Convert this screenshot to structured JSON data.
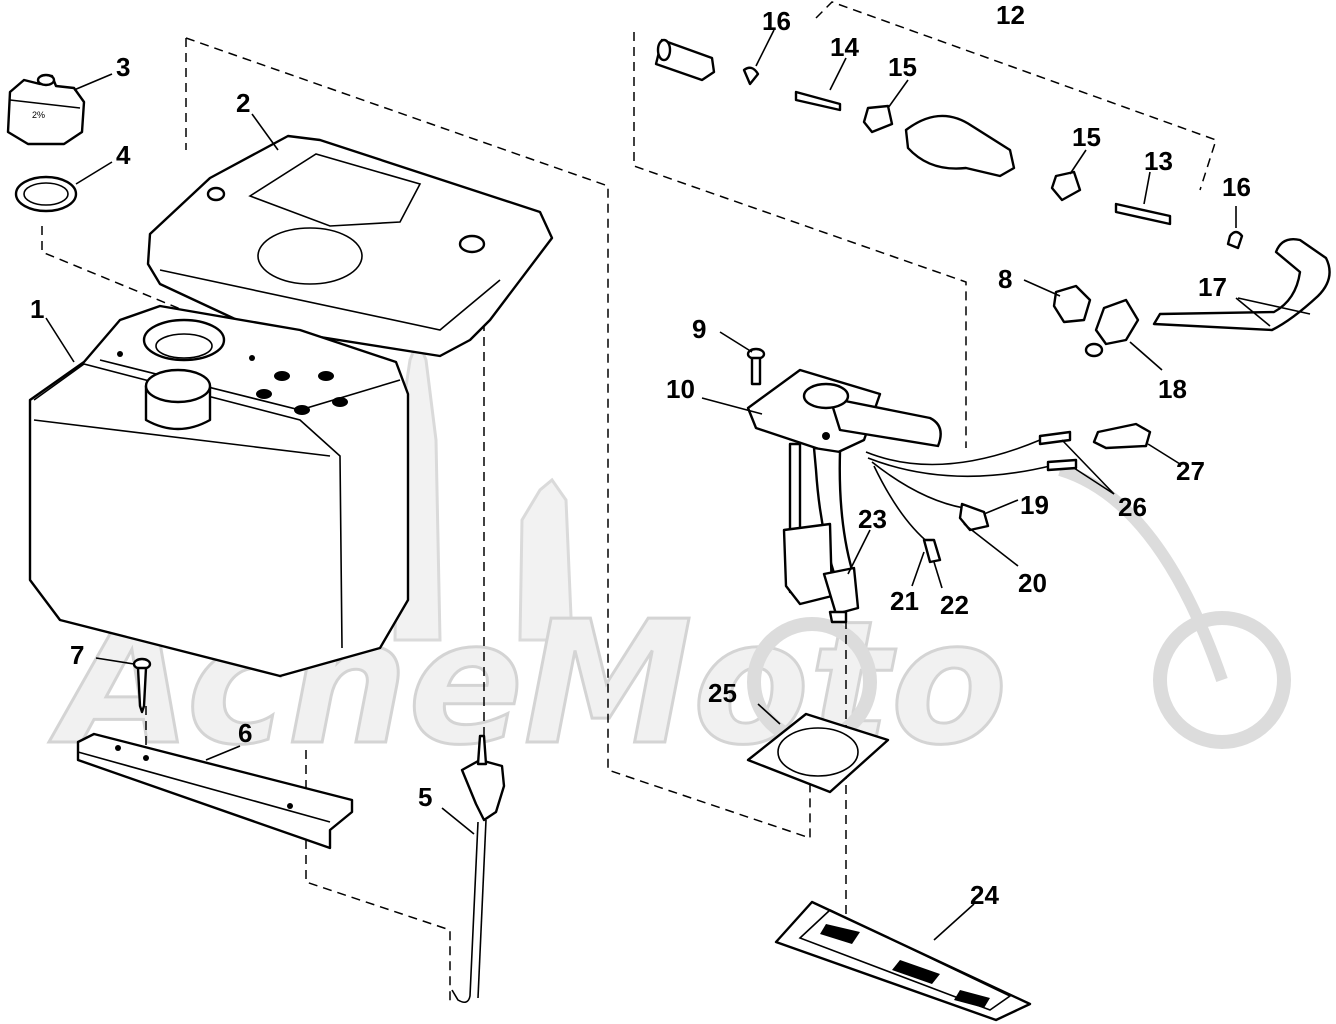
{
  "watermark": {
    "text": "AcheMoto"
  },
  "callouts": {
    "c1": "1",
    "c2": "2",
    "c3": "3",
    "c4": "4",
    "c5": "5",
    "c6": "6",
    "c7": "7",
    "c8": "8",
    "c9": "9",
    "c10": "10",
    "c12": "12",
    "c13": "13",
    "c14": "14",
    "c15a": "15",
    "c15b": "15",
    "c16a": "16",
    "c16b": "16",
    "c17": "17",
    "c18": "18",
    "c19": "19",
    "c20": "20",
    "c21": "21",
    "c22": "22",
    "c23": "23",
    "c24": "24",
    "c25": "25",
    "c26": "26",
    "c27": "27"
  }
}
